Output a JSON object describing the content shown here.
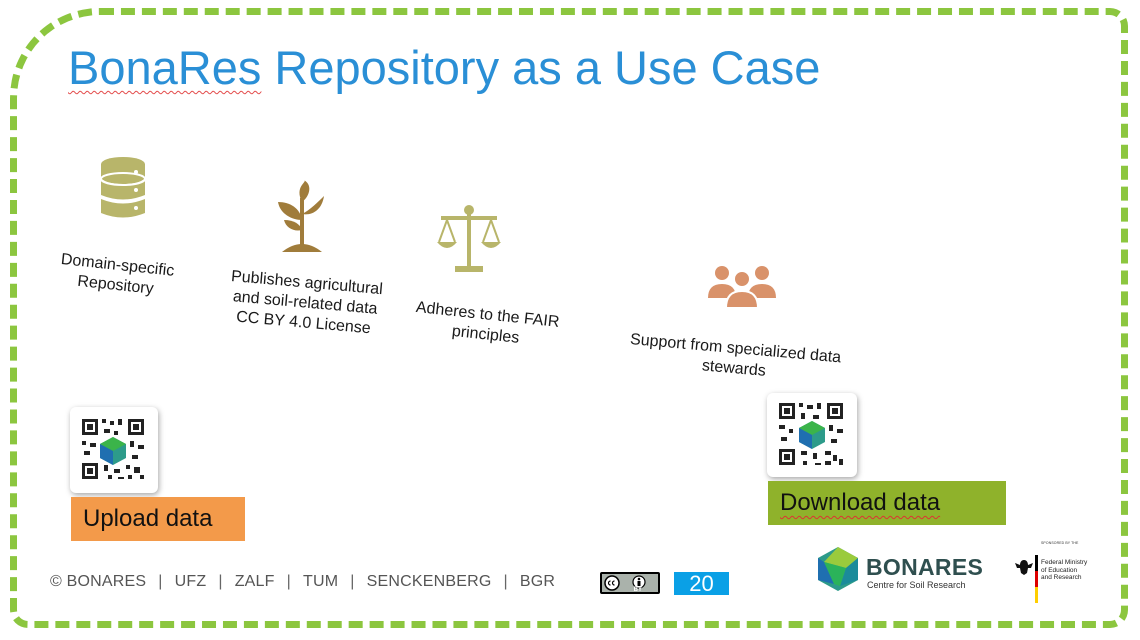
{
  "slide": {
    "title_brand": "BonaRes",
    "title_rest": " Repository as a Use Case",
    "features": [
      {
        "icon": "database-icon",
        "line1": "Domain-specific",
        "line2": "Repository"
      },
      {
        "icon": "plant-icon",
        "line1": "Publishes agricultural",
        "line2": "and soil-related data",
        "line3": "CC BY 4.0 License"
      },
      {
        "icon": "scales-icon",
        "line1": "Adheres to the FAIR",
        "line2": "principles"
      },
      {
        "icon": "people-icon",
        "line1": "Support  from specialized data",
        "line2": "stewards"
      }
    ],
    "upload_label": "Upload data",
    "download_label": "Download data",
    "page_number": "20"
  },
  "footer": {
    "copyright": "© BONARES",
    "partners": [
      "UFZ",
      "ZALF",
      "TUM",
      "SENCKENBERG",
      "BGR"
    ],
    "cc_badge": "BY"
  },
  "logos": {
    "bonares_name": "BONARES",
    "bonares_sub": "Centre for Soil Research",
    "bmbf_sponsored": "SPONSORED BY THE",
    "bmbf_line1": "Federal Ministry",
    "bmbf_line2": "of Education",
    "bmbf_line3": "and Research"
  },
  "colors": {
    "title": "#2a8fd6",
    "frame_dash": "#8cc63f",
    "icon_olive": "#b8b56a",
    "icon_brown": "#a07c3b",
    "icon_people": "#d9926a",
    "upload_bg": "#f39a4a",
    "download_bg": "#8fb22b",
    "page_num_bg": "#0aa0e6"
  }
}
